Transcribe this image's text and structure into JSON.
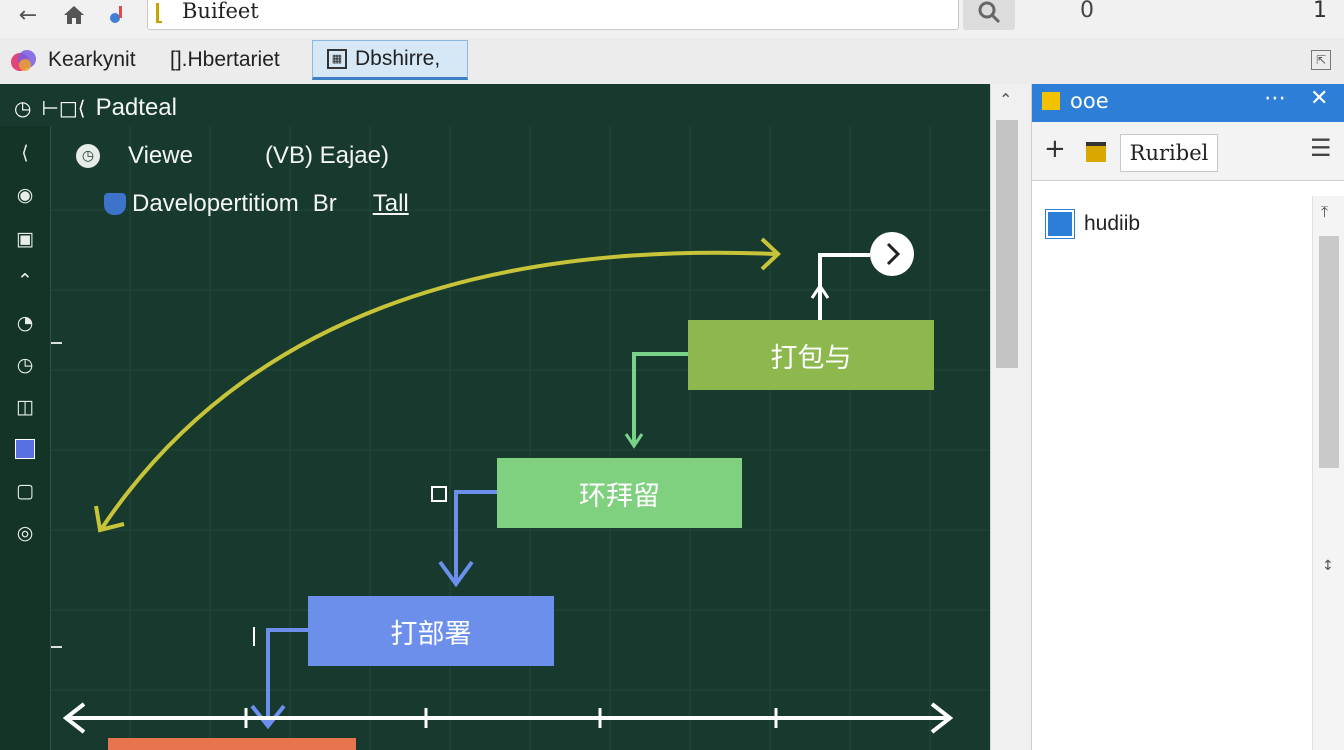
{
  "toolbar": {
    "back_icon": "arrow-left-icon",
    "home_icon": "home-icon",
    "app_icon": "music-app-icon",
    "address_value": "Buifeet",
    "counter_left": "0",
    "counter_right": "1"
  },
  "tabs": [
    {
      "label": "Kearkynit",
      "active": false
    },
    {
      "label": "[].Hbertariet",
      "active": false
    },
    {
      "label": "Dbshirre,",
      "active": true
    }
  ],
  "board": {
    "header_title": "Padteal",
    "row1_label": "Viewe",
    "row1_value": "(VB) Eajae)",
    "row2_label": "Davelopertitiom",
    "row2_mid": "Br",
    "row2_tail": "Tall",
    "nodes": [
      {
        "label": "打包与",
        "color": "#8cb84d"
      },
      {
        "label": "环拜留",
        "color": "#7fd07f"
      },
      {
        "label": "打部署",
        "color": "#6d8fec"
      }
    ],
    "colors": {
      "background": "#17392e",
      "arc": "#c8c43a",
      "green_line": "#79d28a",
      "blue_line": "#6d8fec",
      "timeline": "#ffffff",
      "bottom_bar": "#e8734f"
    }
  },
  "panel": {
    "title": "ooe",
    "more_icon": "more-horizontal-icon",
    "close_icon": "close-icon",
    "add_icon": "plus-icon",
    "button_label": "Ruribel",
    "menu_icon": "hamburger-icon",
    "tree_item": "hudiib"
  }
}
